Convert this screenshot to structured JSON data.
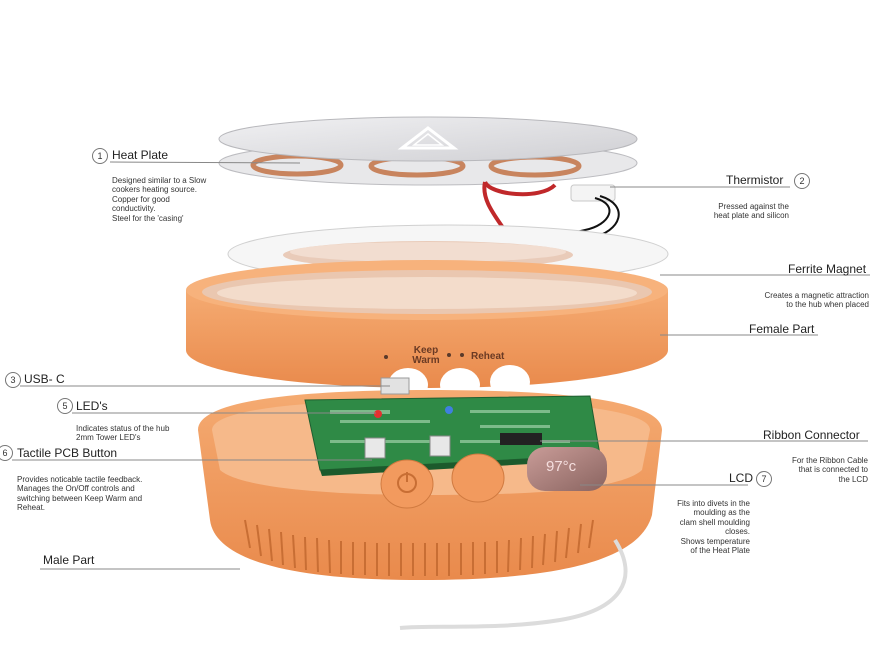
{
  "title": "",
  "callouts": {
    "heat_plate": {
      "number": "1",
      "label": "Heat Plate",
      "description": "Designed similar to a Slow\ncookers heating source.\nCopper for good\nconductivity.\nSteel for the 'casing'"
    },
    "thermistor": {
      "number": "2",
      "label": "Thermistor",
      "description": "Pressed against the\nheat plate  and silicon"
    },
    "ferrite_magnet": {
      "label": "Ferrite Magnet",
      "description": "Creates a magnetic attraction\nto the hub when placed"
    },
    "female_part": {
      "label": "Female Part"
    },
    "usb_c": {
      "number": "3",
      "label": "USB- C"
    },
    "leds": {
      "number": "5",
      "label": "LED's",
      "description": "Indicates status of the hub\n2mm Tower LED's"
    },
    "tactile_button": {
      "number": "6",
      "label": "Tactile PCB Button",
      "description": "Provides noticable tactile feedback.\nManages the On/Off controls and\nswitching between Keep Warm and\nReheat."
    },
    "ribbon_connector": {
      "label": "Ribbon Connector",
      "description": "For the Ribbon Cable\nthat is connected to\nthe LCD"
    },
    "lcd": {
      "number": "7",
      "label": "LCD",
      "description": "Fits into divets in the\nmoulding  as the\nclam shell moulding\ncloses.\nShows temperature\nof the Heat Plate"
    },
    "male_part": {
      "label": "Male Part"
    }
  },
  "product_markings": {
    "keep_warm": "Keep\nWarm",
    "reheat": "Reheat",
    "display_reading": "97°c"
  },
  "colors": {
    "shell": "#f29a5e",
    "shell_dark": "#d97a3c",
    "plate": "#e4e4e6",
    "pcb": "#2f8a46",
    "copper": "#c8845e",
    "line": "#555555",
    "lcd": "#3a2a2a"
  }
}
